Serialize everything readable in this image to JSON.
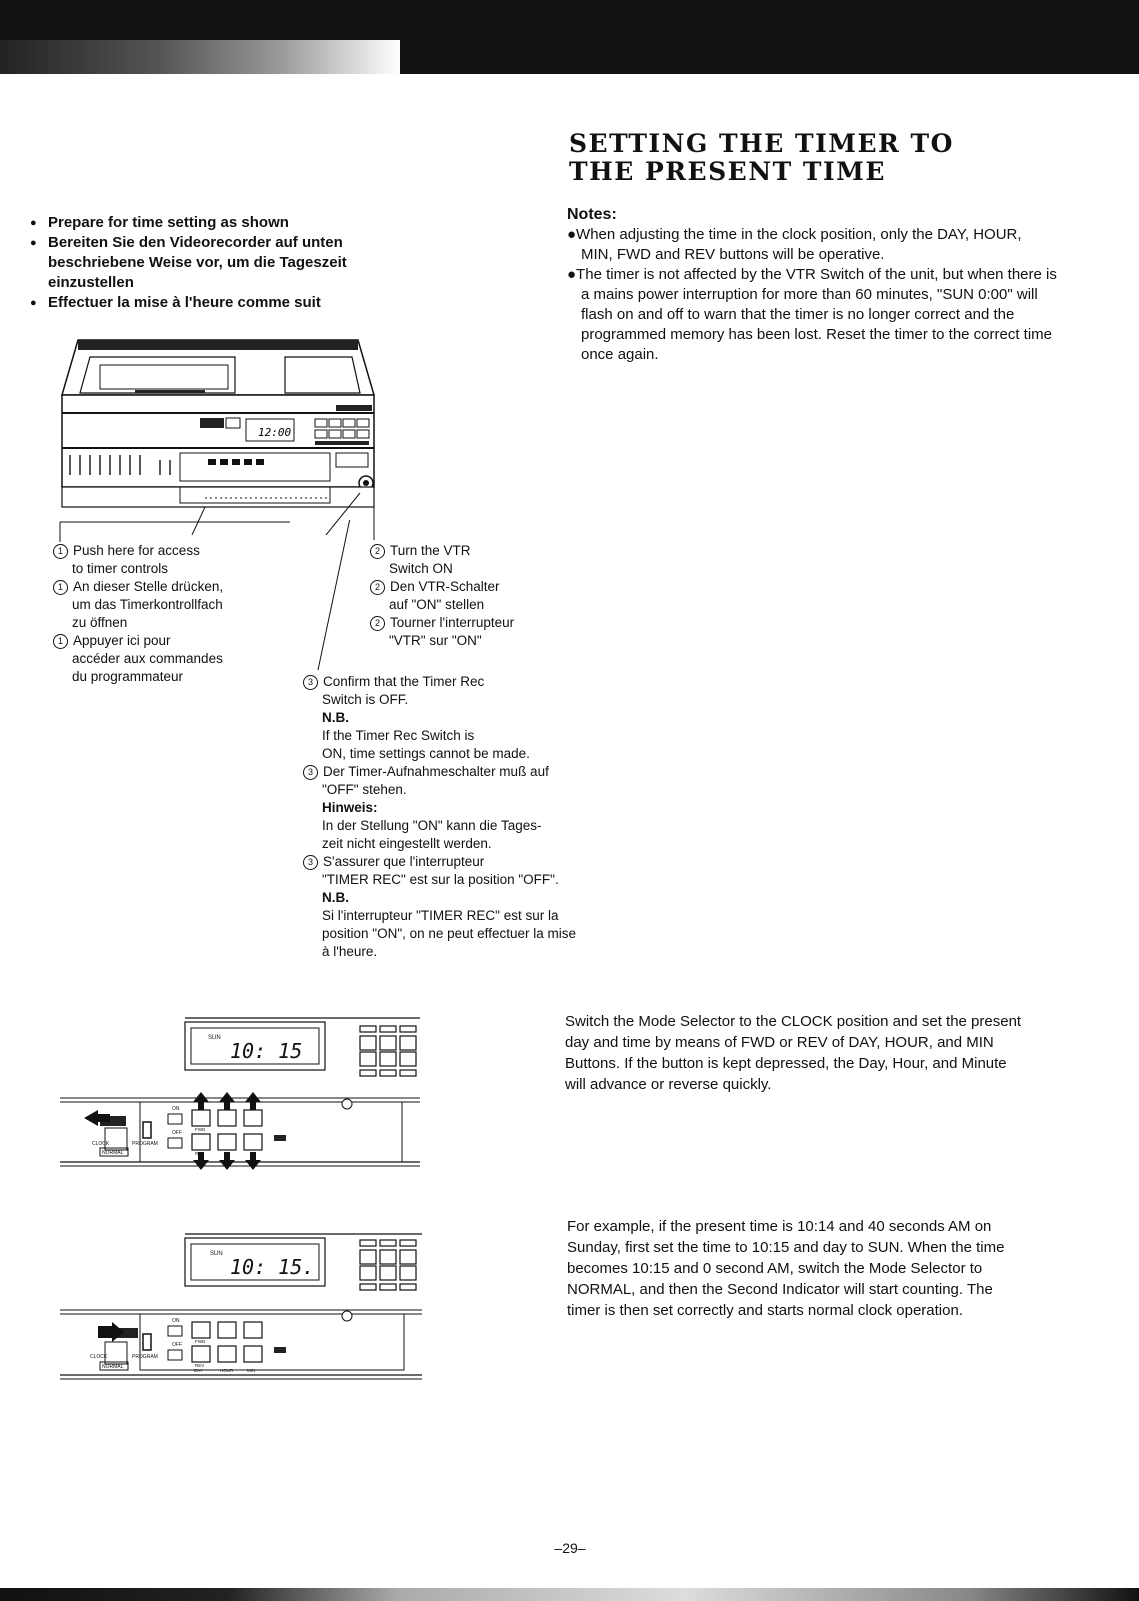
{
  "title": [
    "SETTING THE TIMER TO",
    "THE PRESENT TIME"
  ],
  "prepare": [
    "Prepare for time setting as shown",
    "Bereiten Sie den Videorecorder auf unten beschriebene Weise vor, um die Tageszeit einzustellen",
    "Effectuer la mise à l'heure comme suit"
  ],
  "notes": {
    "heading": "Notes:",
    "items": [
      "●When adjusting the time in the clock position, only the DAY, HOUR, MIN, FWD and REV buttons will be operative.",
      "●The timer is not affected by the VTR Switch of the unit, but when there is a mains power interruption for more than 60 minutes, \"SUN 0:00\" will flash on and off to warn that the timer is no longer correct and the programmed memory has been lost. Reset the timer to the correct time once again."
    ]
  },
  "vtr_display": "12:00",
  "step1": {
    "num": "1",
    "en": [
      "Push here for access",
      "to timer controls"
    ],
    "de": [
      "An dieser Stelle drücken,",
      "um das Timerkontrollfach",
      "zu öffnen"
    ],
    "fr": [
      "Appuyer ici pour",
      "accéder aux commandes",
      "du programmateur"
    ]
  },
  "step2": {
    "num": "2",
    "en": [
      "Turn the VTR",
      "Switch ON"
    ],
    "de": [
      "Den VTR-Schalter",
      "auf \"ON\" stellen"
    ],
    "fr": [
      "Tourner l'interrupteur",
      "\"VTR\" sur \"ON\""
    ]
  },
  "step3": {
    "num": "3",
    "en": [
      "Confirm that the Timer Rec",
      "Switch is OFF."
    ],
    "en_nb_head": "N.B.",
    "en_nb": [
      "If the Timer Rec Switch is",
      "ON, time settings cannot be made."
    ],
    "de": [
      "Der Timer-Aufnahmeschalter muß auf",
      "\"OFF\" stehen."
    ],
    "de_nb_head": "Hinweis:",
    "de_nb": [
      "In der Stellung \"ON\" kann die Tages-",
      "zeit nicht eingestellt werden."
    ],
    "fr": [
      "S'assurer que l'interrupteur",
      "\"TIMER REC\" est sur la position \"OFF\"."
    ],
    "fr_nb_head": "N.B.",
    "fr_nb": [
      "Si l'interrupteur \"TIMER REC\" est sur la",
      "position \"ON\", on ne peut effectuer la mise",
      "à l'heure."
    ]
  },
  "panel1": {
    "display": "10: 15",
    "day": "SUN",
    "labels": {
      "clock": "CLOCK",
      "program": "PROGRAM",
      "normal": "NORMAL",
      "on": "ON",
      "off": "OFF",
      "fwd": "FWD",
      "rev": "REV"
    }
  },
  "panel2": {
    "display": "10: 15.",
    "day": "SUN",
    "labels": {
      "clock": "CLOCK",
      "program": "PROGRAM",
      "normal": "NORMAL",
      "on": "ON",
      "off": "OFF",
      "fwd": "FWD",
      "rev": "REV",
      "day": "DAY",
      "hour": "HOUR",
      "min": "MIN"
    }
  },
  "para1": "Switch the Mode Selector to the CLOCK position and set the present day and time by means of FWD or REV of DAY, HOUR, and MIN Buttons. If the button is kept depressed, the Day, Hour, and Minute will advance or reverse quickly.",
  "para2": "For example, if the present time is 10:14 and 40 seconds AM on Sunday, first set the time to 10:15 and day to SUN. When the time becomes 10:15 and 0 second AM, switch the Mode Selector to NORMAL, and then the Second Indicator will start counting. The timer is then set correctly and starts normal clock operation.",
  "page_number": "–29–"
}
